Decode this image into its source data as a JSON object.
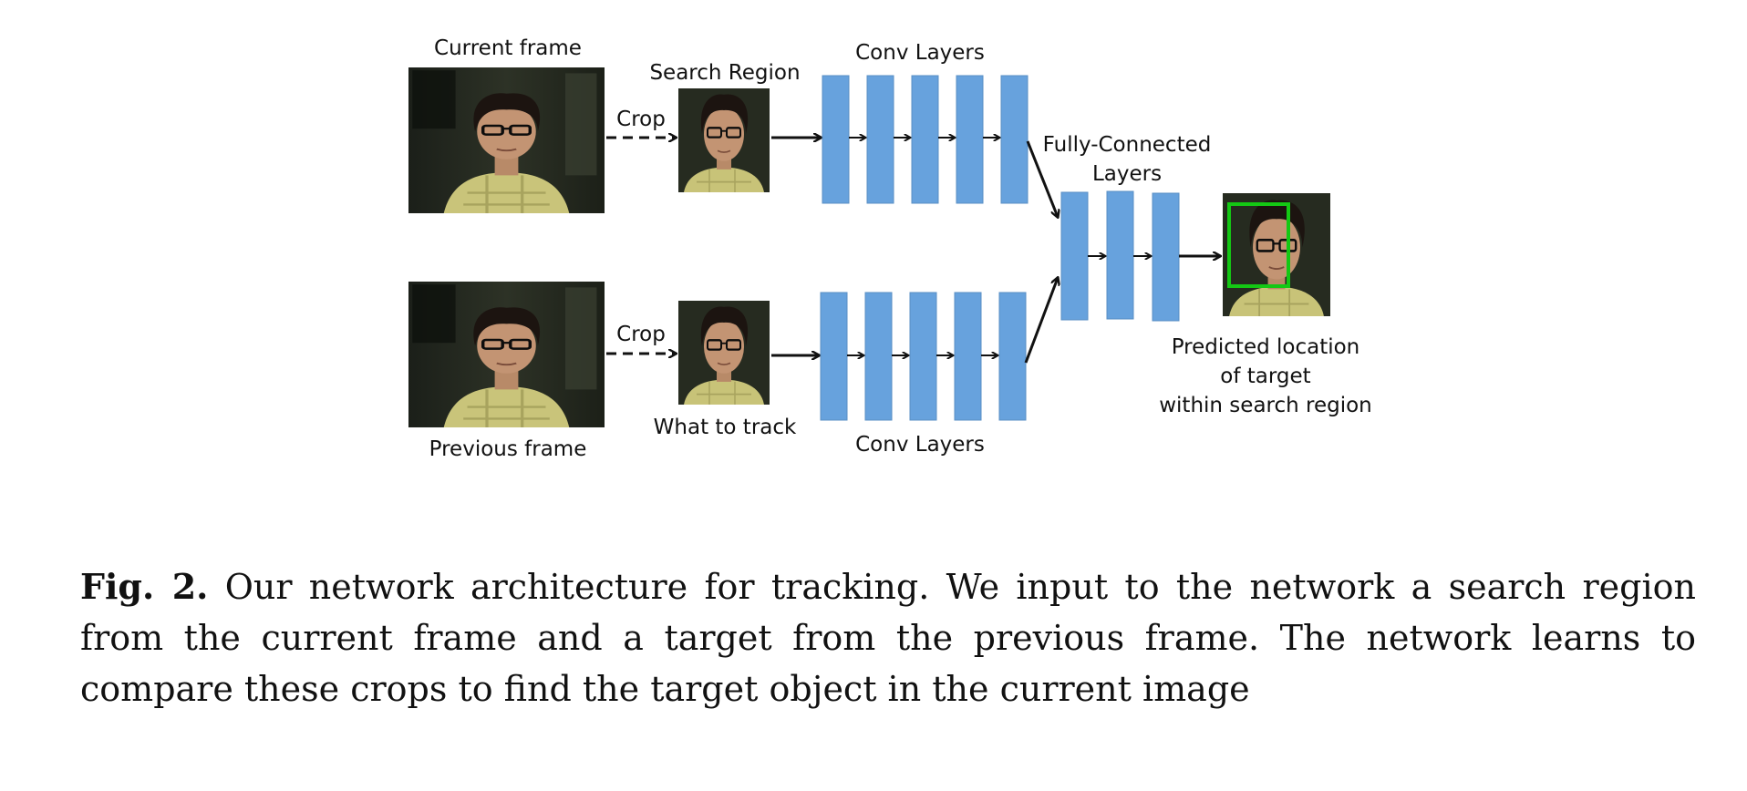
{
  "diagram": {
    "labels": {
      "current_frame": "Current frame",
      "previous_frame": "Previous frame",
      "crop_top": "Crop",
      "crop_bottom": "Crop",
      "search_region": "Search Region",
      "what_to_track": "What to track",
      "conv_layers_top": "Conv Layers",
      "conv_layers_bottom": "Conv Layers",
      "fc_layers_line1": "Fully-Connected",
      "fc_layers_line2": "Layers",
      "predicted_line1": "Predicted location",
      "predicted_line2": "of target",
      "predicted_line3": "within search region"
    },
    "colors": {
      "layer_fill": "#67a2dd",
      "layer_stroke": "#5a8fc4",
      "bbox": "#14c814",
      "arrow": "#111111"
    },
    "conv_layer_count_per_branch": 5,
    "fc_layer_count": 3
  },
  "caption": {
    "label": "Fig. 2.",
    "text": "Our network architecture for tracking. We input to the network a search region from the current frame and a target from the previous frame. The network learns to compare these crops to find the target object in the current image"
  }
}
